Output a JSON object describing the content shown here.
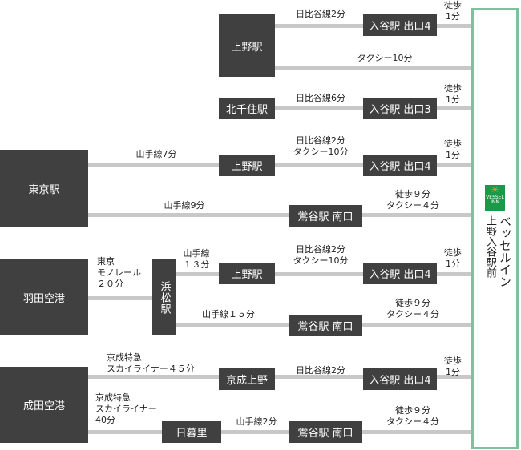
{
  "hotel": {
    "name": "ベッセルイン",
    "branch": "上野入谷駅前",
    "logo_text": "VESSEL INN",
    "brand_color": "#1a9a48",
    "border_color": "#80c09c"
  },
  "stations": {
    "ueno": "上野駅",
    "kitasenju": "北千住駅",
    "tokyo": "東京駅",
    "haneda": "羽田空港",
    "hamamatsu": "浜松駅",
    "narita": "成田空港",
    "keisei_ueno": "京成上野",
    "nippori": "日暮里",
    "iriya4": "入谷駅 出口4",
    "iriya3": "入谷駅 出口3",
    "uguisudani": "鴬谷駅 南口"
  },
  "labels": {
    "hibiya2": "日比谷線2分",
    "hibiya6": "日比谷線6分",
    "walk1": "徒歩\n1分",
    "taxi10": "タクシー10分",
    "hibiya2_taxi10": "日比谷線2分\nタクシー10分",
    "yamanote7": "山手線7分",
    "yamanote9": "山手線9分",
    "walk9_taxi4": "徒歩９分\nタクシー４分",
    "monorail": "東京\nモノレール\n２０分",
    "yamanote13": "山手線\n１３分",
    "yamanote15": "山手線１５分",
    "skyliner45": "京成特急\nスカイライナー４５分",
    "skyliner40": "京成特急\nスカイライナー\n40分",
    "yamanote2": "山手線2分"
  }
}
